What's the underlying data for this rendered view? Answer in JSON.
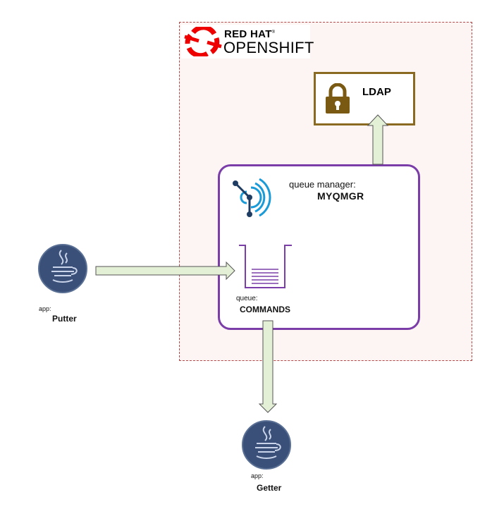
{
  "platform": {
    "logo_line1": "RED HAT",
    "logo_registered": "®",
    "logo_line2": "OPENSHIFT",
    "logo_color": "#ee0000",
    "area_border_color": "#b34747"
  },
  "ldap": {
    "label": "LDAP",
    "icon": "lock-icon",
    "border_color": "#8a6a20"
  },
  "queue_manager": {
    "label": "queue manager:",
    "name": "MYQMGR",
    "icon": "mq-icon",
    "border_color": "#7b3ea8"
  },
  "queue": {
    "label": "queue:",
    "name": "COMMANDS",
    "icon": "queue-icon"
  },
  "apps": [
    {
      "label": "app:",
      "name": "Putter",
      "icon": "java-icon"
    },
    {
      "label": "app:",
      "name": "Getter",
      "icon": "java-icon"
    }
  ],
  "arrow_color": "#e3f0d6"
}
